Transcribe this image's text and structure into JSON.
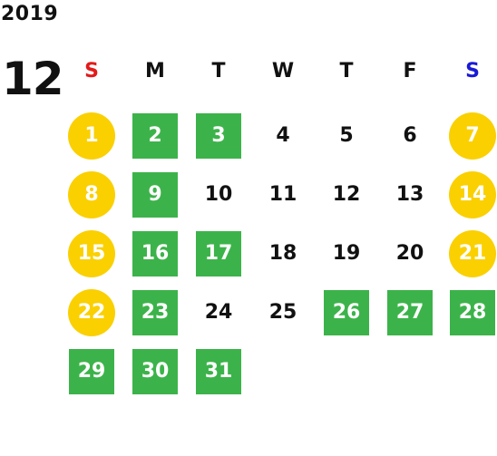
{
  "year": "2019",
  "month": "12",
  "colors": {
    "sunday": "#e21b1b",
    "saturday": "#1a1ad6",
    "holiday_circle": "#fad000",
    "open_day_square": "#3cb34a",
    "plain_text": "#111111"
  },
  "weekdays": [
    "S",
    "M",
    "T",
    "W",
    "T",
    "F",
    "S"
  ],
  "days": [
    {
      "label": "1",
      "style": "circle"
    },
    {
      "label": "2",
      "style": "square"
    },
    {
      "label": "3",
      "style": "square"
    },
    {
      "label": "4",
      "style": "plain"
    },
    {
      "label": "5",
      "style": "plain"
    },
    {
      "label": "6",
      "style": "plain"
    },
    {
      "label": "7",
      "style": "circle"
    },
    {
      "label": "8",
      "style": "circle"
    },
    {
      "label": "9",
      "style": "square"
    },
    {
      "label": "10",
      "style": "plain"
    },
    {
      "label": "11",
      "style": "plain"
    },
    {
      "label": "12",
      "style": "plain"
    },
    {
      "label": "13",
      "style": "plain"
    },
    {
      "label": "14",
      "style": "circle"
    },
    {
      "label": "15",
      "style": "circle"
    },
    {
      "label": "16",
      "style": "square"
    },
    {
      "label": "17",
      "style": "square"
    },
    {
      "label": "18",
      "style": "plain"
    },
    {
      "label": "19",
      "style": "plain"
    },
    {
      "label": "20",
      "style": "plain"
    },
    {
      "label": "21",
      "style": "circle"
    },
    {
      "label": "22",
      "style": "circle"
    },
    {
      "label": "23",
      "style": "square"
    },
    {
      "label": "24",
      "style": "plain"
    },
    {
      "label": "25",
      "style": "plain"
    },
    {
      "label": "26",
      "style": "square"
    },
    {
      "label": "27",
      "style": "square"
    },
    {
      "label": "28",
      "style": "square"
    },
    {
      "label": "29",
      "style": "square"
    },
    {
      "label": "30",
      "style": "square"
    },
    {
      "label": "31",
      "style": "square"
    }
  ]
}
